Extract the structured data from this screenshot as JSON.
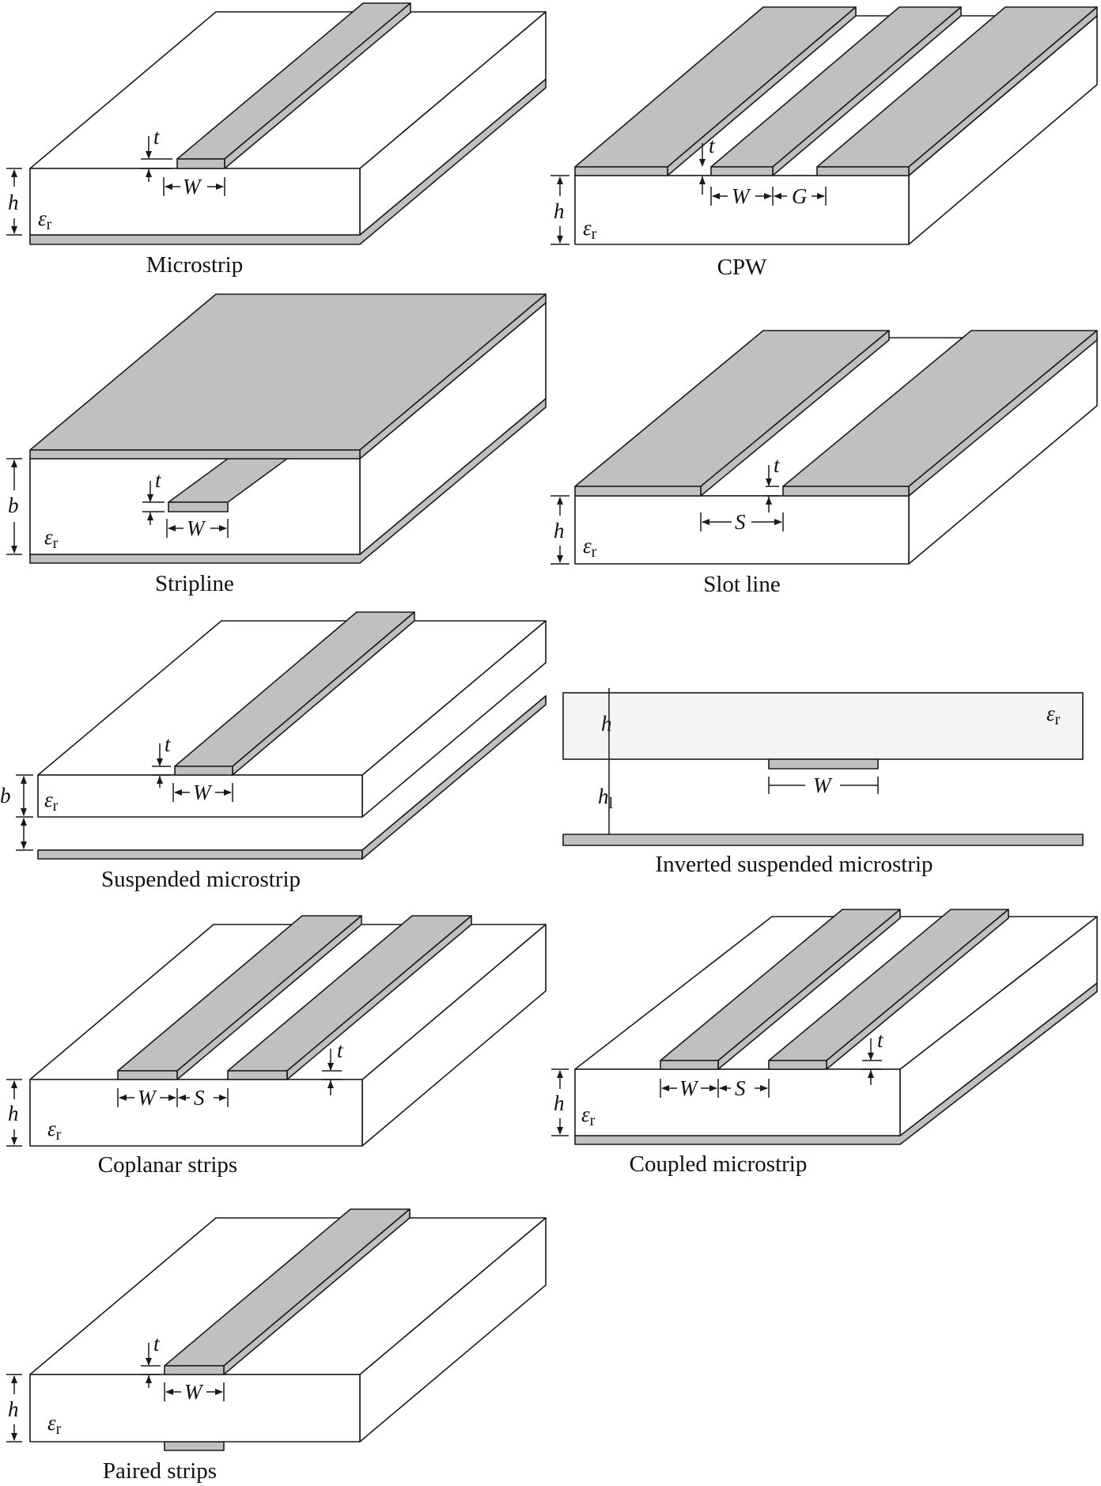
{
  "panels": {
    "microstrip": {
      "caption": "Microstrip",
      "h": "h",
      "t": "t",
      "w": "W",
      "eps": "ε",
      "eps_sub": "r"
    },
    "cpw": {
      "caption": "CPW",
      "h": "h",
      "t": "t",
      "w": "W",
      "g": "G",
      "eps": "ε",
      "eps_sub": "r"
    },
    "stripline": {
      "caption": "Stripline",
      "b": "b",
      "t": "t",
      "w": "W",
      "eps": "ε",
      "eps_sub": "r"
    },
    "slotline": {
      "caption": "Slot line",
      "h": "h",
      "t": "t",
      "s": "S",
      "eps": "ε",
      "eps_sub": "r"
    },
    "suspended": {
      "caption": "Suspended microstrip",
      "b": "b",
      "t": "t",
      "w": "W",
      "eps": "ε",
      "eps_sub": "r"
    },
    "inverted": {
      "caption": "Inverted suspended microstrip",
      "h": "h",
      "hl": "h",
      "hl_sub": "l",
      "w": "W",
      "eps": "ε",
      "eps_sub": "r"
    },
    "coplanar": {
      "caption": "Coplanar strips",
      "h": "h",
      "t": "t",
      "w": "W",
      "s": "S",
      "eps": "ε",
      "eps_sub": "r"
    },
    "coupled": {
      "caption": "Coupled microstrip",
      "h": "h",
      "t": "t",
      "w": "W",
      "s": "S",
      "eps": "ε",
      "eps_sub": "r"
    },
    "paired": {
      "caption": "Paired strips",
      "h": "h",
      "t": "t",
      "w": "W",
      "eps": "ε",
      "eps_sub": "r"
    }
  }
}
